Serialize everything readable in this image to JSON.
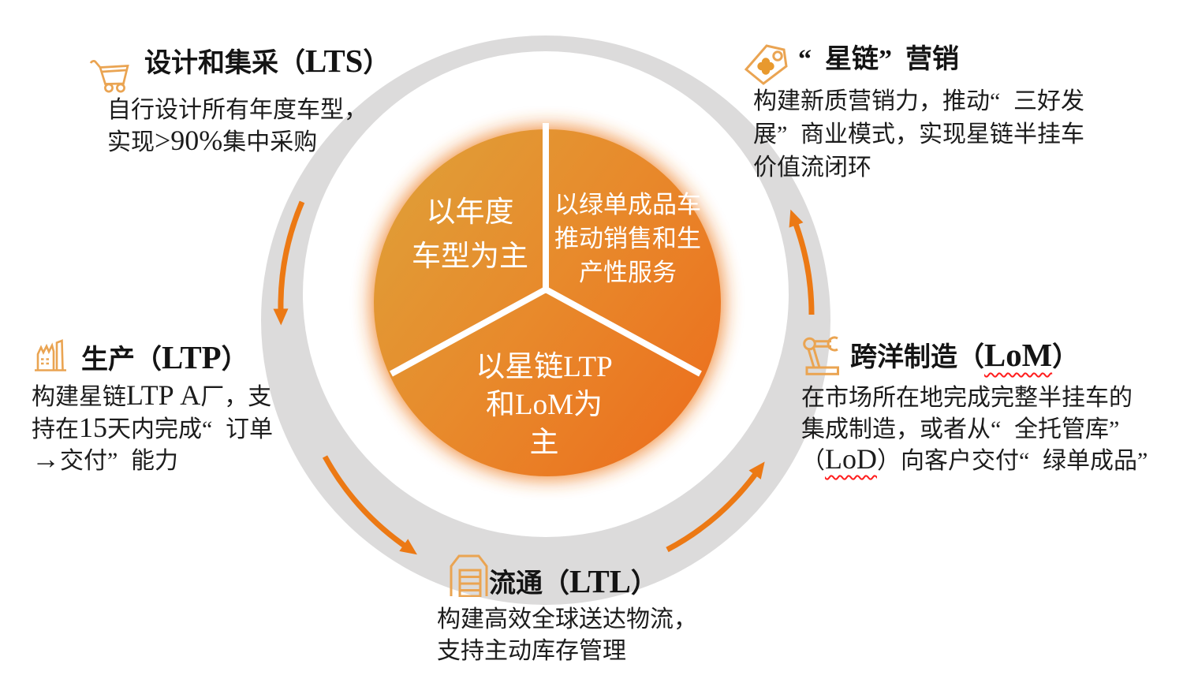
{
  "title": "星链半挂车业务闭环流程图",
  "colors": {
    "background": "#ffffff",
    "ring_gray": "#dcdbdb",
    "arrow_orange": "#ec7914",
    "icon_orange": "#eaa452",
    "circle_gradient_start": "#df9f38",
    "circle_gradient_mid": "#e8892b",
    "circle_gradient_end": "#ec6e1d",
    "divider_white": "#ffffff",
    "text_black": "#141414",
    "sector_text_white": "#ffffff",
    "squiggle_red": "#ff1d1d"
  },
  "center": {
    "sectors": [
      {
        "id": "sector-left",
        "lines": [
          "以年度",
          "车型为主"
        ]
      },
      {
        "id": "sector-right",
        "lines": [
          "以绿单成品车",
          "推动销售和生",
          "产性服务"
        ]
      },
      {
        "id": "sector-bottom",
        "lines": [
          "以星链LTP",
          "和LoM为",
          "主"
        ]
      }
    ]
  },
  "nodes": [
    {
      "id": "lts",
      "icon": "shopping-cart-icon",
      "title": "设计和集采（LTS）",
      "body_lines": [
        "自行设计所有年度车型，",
        "实现>90%集中采购"
      ]
    },
    {
      "id": "marketing",
      "icon": "price-tag-icon",
      "title": "“星链”营销",
      "body_lines": [
        "构建新质营销力，推动“三好发",
        "展”商业模式，实现星链半挂车",
        "价值流闭环"
      ]
    },
    {
      "id": "ltp",
      "icon": "factory-icon",
      "title": "生产（LTP）",
      "body_lines": [
        "构建星链LTP A厂，支",
        "持在15天内完成“订单",
        "→交付”能力"
      ]
    },
    {
      "id": "lom",
      "icon": "robot-arm-icon",
      "title_prefix": "跨洋制造（",
      "title_underlined": "LoM",
      "title_suffix": "）",
      "body_lines": [
        "在市场所在地完成完整半挂车的",
        "集成制造，或者从“全托管库”"
      ],
      "body_line3_prefix": "（",
      "body_line3_underlined": "LoD",
      "body_line3_suffix": "）向客户交付“绿单成品”"
    },
    {
      "id": "ltl",
      "icon": "garage-icon",
      "title": "流通（LTL）",
      "body_lines": [
        "构建高效全球送达物流，",
        "支持主动库存管理"
      ]
    }
  ]
}
